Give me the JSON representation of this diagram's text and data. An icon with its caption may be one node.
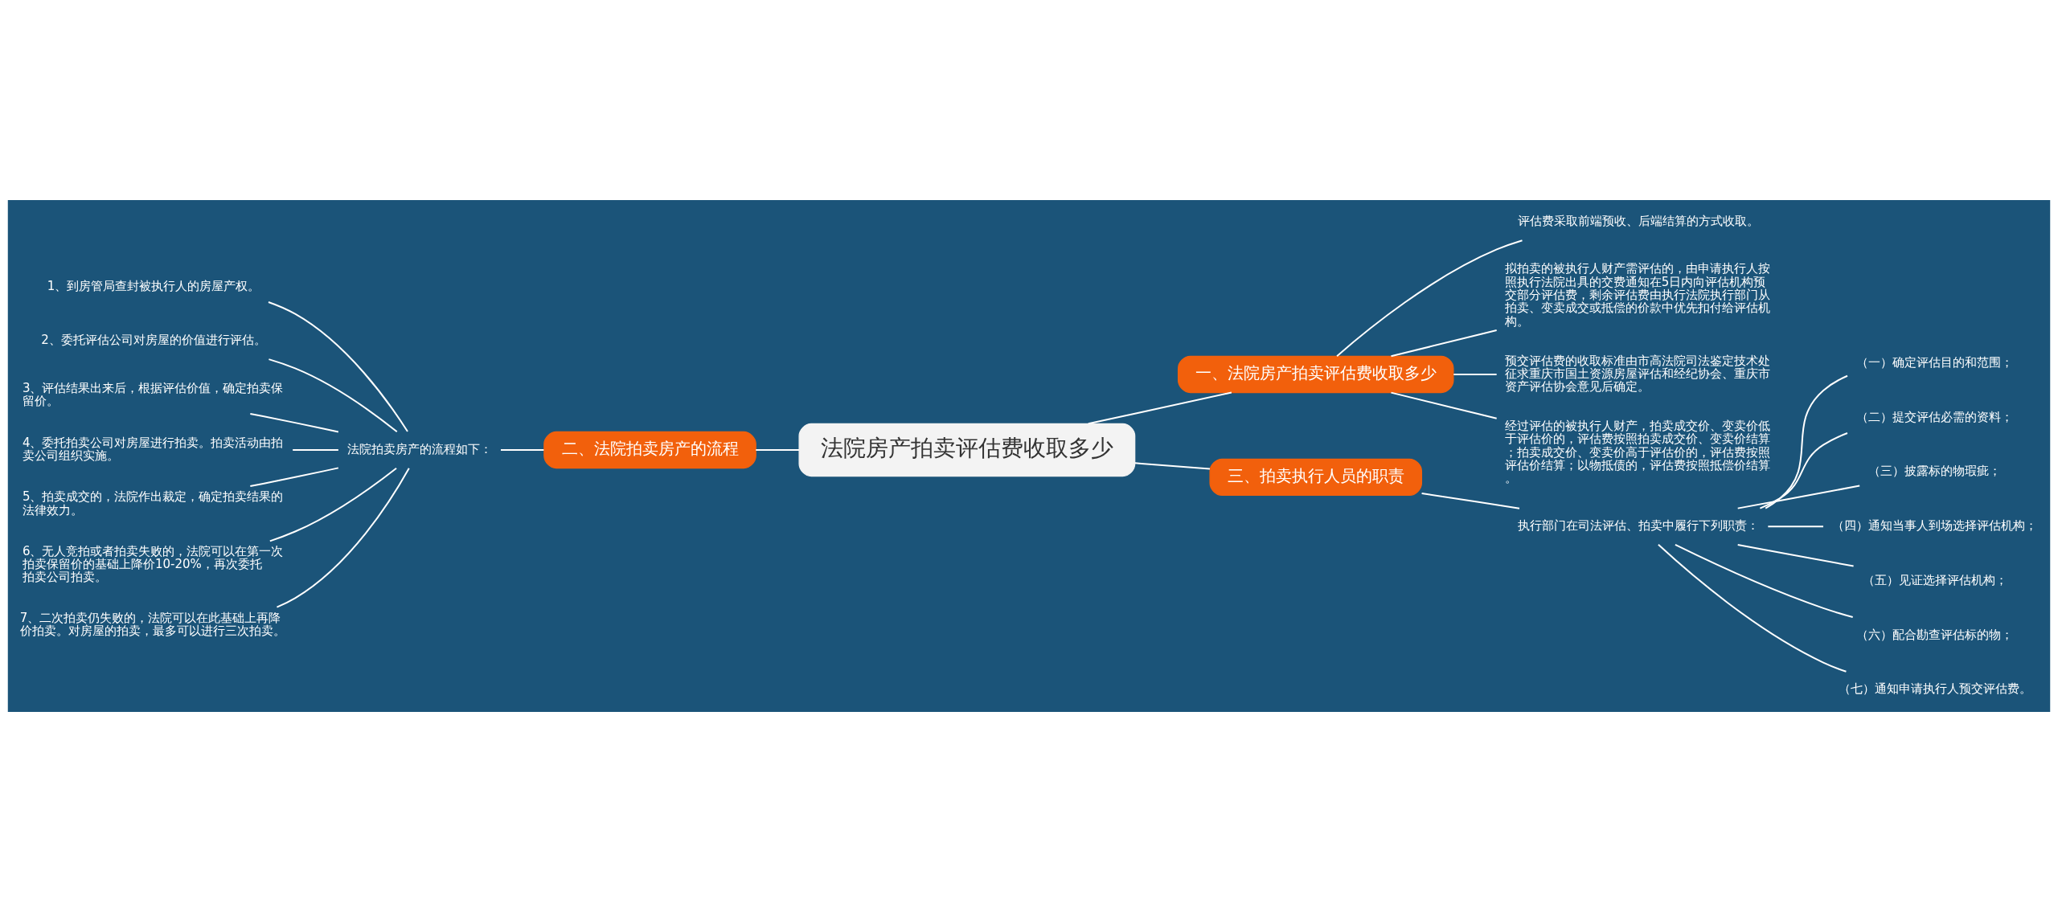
{
  "diagram": {
    "nodes": [
      {
        "text": [
          "法院房产拍卖评估费收取多少"
        ]
      },
      {
        "text": [
          "一、法院房产拍卖评估费收取多少"
        ]
      },
      {
        "text": [
          "评估费采取前端预收、后端结算的方式收取。"
        ]
      },
      {
        "text": [
          "拟拍卖的被执行人财产需评估的，由申请执行人按照执行法院出具的交费通知在5日内向评估机构预交部分评估费，剩余评估费由执行法院执行部门从拍卖、变卖成交或抵偿的价款中优先扣付给评估机构。"
        ]
      },
      {
        "text": [
          "预交评估费的收取标准由市高法院司法鉴定技术处征求重庆市国土资源房屋评估和经纪协会、重庆市资产评估协会意见后确定。"
        ]
      },
      {
        "text": [
          "经过评估的被执行人财产，拍卖成交价、变卖价低于评估价的，评估费按照拍卖成交价、变卖价结算；拍卖成交价、变卖价高于评估价的，评估费按照评估价结算；以物抵债的，评估费按照抵偿价结算。"
        ]
      },
      {
        "text": [
          "二、法院拍卖房产的流程"
        ]
      },
      {
        "text": [
          "法院拍卖房产的流程如下："
        ]
      },
      {
        "text": [
          "1、到房管局查封被执行人的房屋产权。"
        ]
      },
      {
        "text": [
          "2、委托评估公司对房屋的价值进行评估。"
        ]
      },
      {
        "text": [
          "3、评估结果出来后，根据评估价值，确定拍卖保留价。"
        ]
      },
      {
        "text": [
          "4、委托拍卖公司对房屋进行拍卖。拍卖活动由拍卖公司组织实施。"
        ]
      },
      {
        "text": [
          "5、拍卖成交的，法院作出裁定，确定拍卖结果的法律效力。"
        ]
      },
      {
        "text": [
          "6、无人竞拍或者拍卖失败的，法院可以在第一次拍卖保留价的基础上降价10-20%，再次委托拍卖公司拍卖。"
        ]
      },
      {
        "text": [
          "7、二次拍卖仍失败的，法院可以在此基础上再降价拍卖。对房屋的拍卖，最多可以进行三次拍卖。"
        ]
      },
      {
        "text": [
          "三、拍卖执行人员的职责"
        ]
      },
      {
        "text": [
          "执行部门在司法评估、拍卖中履行下列职责："
        ]
      },
      {
        "text": [
          "（一）确定评估目的和范围；"
        ]
      },
      {
        "text": [
          "（二）提交评估必需的资料；"
        ]
      },
      {
        "text": [
          "（三）披露标的物瑕疵；"
        ]
      },
      {
        "text": [
          "（四）通知当事人到场选择评估机构；"
        ]
      },
      {
        "text": [
          "（五）见证选择评估机构；"
        ]
      },
      {
        "text": [
          "（六）配合勘查评估标的物；"
        ]
      },
      {
        "text": [
          "（七）通知申请执行人预交评估费。"
        ]
      }
    ],
    "edges": [
      {
        "from": 0,
        "to": 1,
        "arrow": "none"
      },
      {
        "from": 1,
        "to": 2,
        "arrow": "none"
      },
      {
        "from": 1,
        "to": 3,
        "arrow": "none"
      },
      {
        "from": 1,
        "to": 4,
        "arrow": "none"
      },
      {
        "from": 1,
        "to": 5,
        "arrow": "none"
      },
      {
        "from": 0,
        "to": 6,
        "arrow": "none"
      },
      {
        "from": 6,
        "to": 7,
        "arrow": "none"
      },
      {
        "from": 7,
        "to": 8,
        "arrow": "none"
      },
      {
        "from": 7,
        "to": 9,
        "arrow": "none"
      },
      {
        "from": 7,
        "to": 10,
        "arrow": "none"
      },
      {
        "from": 7,
        "to": 11,
        "arrow": "none"
      },
      {
        "from": 7,
        "to": 12,
        "arrow": "none"
      },
      {
        "from": 7,
        "to": 13,
        "arrow": "none"
      },
      {
        "from": 7,
        "to": 14,
        "arrow": "none"
      },
      {
        "from": 0,
        "to": 15,
        "arrow": "none"
      },
      {
        "from": 15,
        "to": 16,
        "arrow": "none"
      },
      {
        "from": 16,
        "to": 17,
        "arrow": "none"
      },
      {
        "from": 16,
        "to": 18,
        "arrow": "none"
      },
      {
        "from": 16,
        "to": 19,
        "arrow": "none"
      },
      {
        "from": 16,
        "to": 20,
        "arrow": "none"
      },
      {
        "from": 16,
        "to": 21,
        "arrow": "none"
      },
      {
        "from": 16,
        "to": 22,
        "arrow": "none"
      },
      {
        "from": 16,
        "to": 23,
        "arrow": "none"
      }
    ]
  }
}
